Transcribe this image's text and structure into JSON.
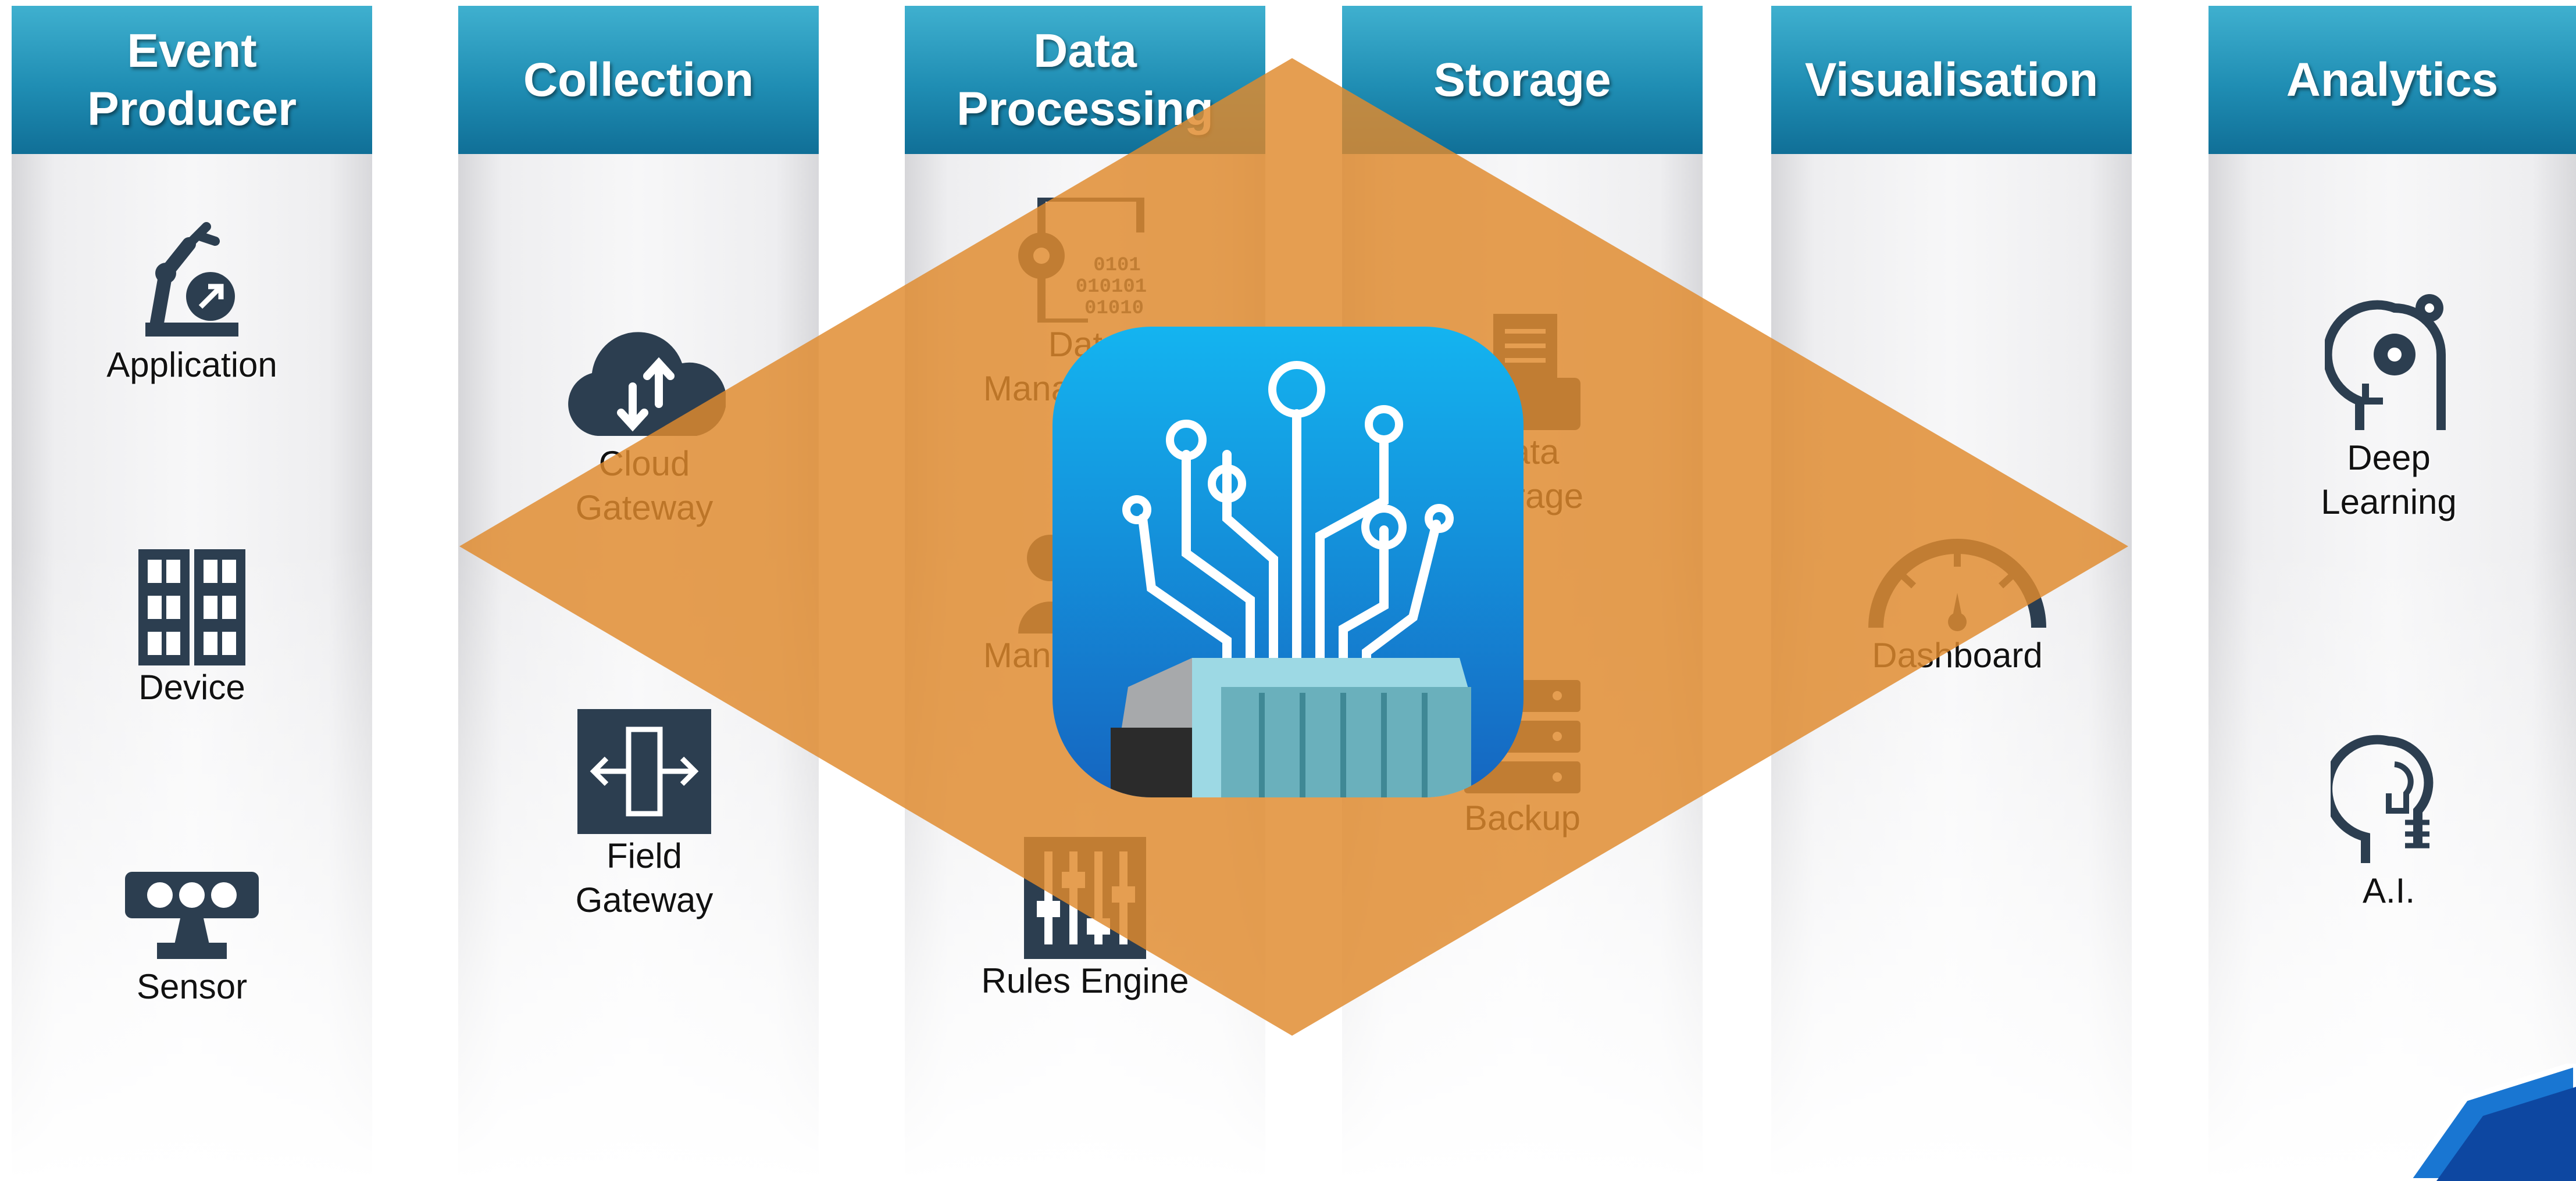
{
  "columns": [
    {
      "key": "event_producer",
      "title": "Event\nProducer",
      "items": [
        {
          "label": "Application",
          "icon": "robot-arm-icon"
        },
        {
          "label": "Device",
          "icon": "device-rack-icon"
        },
        {
          "label": "Sensor",
          "icon": "sensor-camera-icon"
        }
      ]
    },
    {
      "key": "collection",
      "title": "Collection",
      "items": [
        {
          "label": "Cloud\nGateway",
          "icon": "cloud-transfer-icon"
        },
        {
          "label": "Field\nGateway",
          "icon": "field-gateway-icon"
        }
      ]
    },
    {
      "key": "data_processing",
      "title": "Data\nProcessing",
      "items": [
        {
          "label": "Data\nManagement",
          "icon": "data-document-icon"
        },
        {
          "label": "Management",
          "icon": "management-person-icon"
        },
        {
          "label": "Rules Engine",
          "icon": "rules-sliders-icon"
        }
      ]
    },
    {
      "key": "storage",
      "title": "Storage",
      "items": [
        {
          "label": "Data\nStorage",
          "icon": "storage-drive-icon"
        },
        {
          "label": "Backup",
          "icon": "backup-server-icon"
        }
      ]
    },
    {
      "key": "visualisation",
      "title": "Visualisation",
      "items": [
        {
          "label": "Dashboard",
          "icon": "dashboard-gauge-icon"
        }
      ]
    },
    {
      "key": "analytics",
      "title": "Analytics",
      "items": [
        {
          "label": "Deep\nLearning",
          "icon": "deep-learning-head-icon"
        },
        {
          "label": "A.I.",
          "icon": "ai-lightbulb-head-icon"
        }
      ]
    }
  ],
  "colors": {
    "header_top": "#3fb0cf",
    "header_bottom": "#106f97",
    "icon_dark": "#2c3e50",
    "overlay_orange": "#e08a2e",
    "app_icon_blue_top": "#14b4f0",
    "app_icon_blue_bottom": "#1565c0",
    "badge_blue": "#1976d2"
  },
  "overlay": {
    "icon": "circuit-chip-app-icon",
    "shape": "orange-diamond"
  }
}
